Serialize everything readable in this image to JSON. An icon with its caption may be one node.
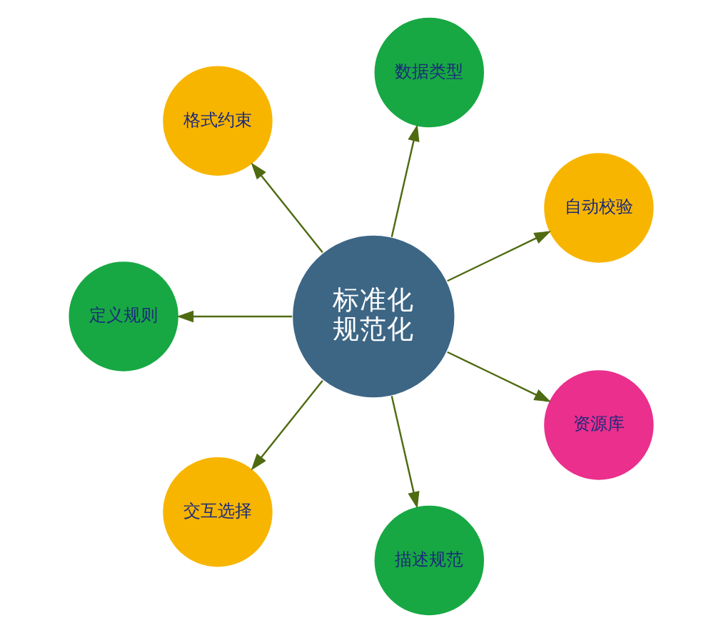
{
  "diagram": {
    "nodes": [
      {
        "text": [
          "标准化",
          "规范化"
        ]
      },
      {
        "text": [
          "自动校验"
        ]
      },
      {
        "text": [
          "数据类型"
        ]
      },
      {
        "text": [
          "格式约束"
        ]
      },
      {
        "text": [
          "定义规则"
        ]
      },
      {
        "text": [
          "交互选择"
        ]
      },
      {
        "text": [
          "描述规范"
        ]
      },
      {
        "text": [
          "资源库"
        ]
      }
    ],
    "edges": [
      {
        "from": 0,
        "to": 1,
        "arrow": "to"
      },
      {
        "from": 0,
        "to": 2,
        "arrow": "to"
      },
      {
        "from": 0,
        "to": 3,
        "arrow": "to"
      },
      {
        "from": 0,
        "to": 4,
        "arrow": "to"
      },
      {
        "from": 0,
        "to": 5,
        "arrow": "to"
      },
      {
        "from": 0,
        "to": 6,
        "arrow": "to"
      },
      {
        "from": 0,
        "to": 7,
        "arrow": "to"
      }
    ]
  }
}
